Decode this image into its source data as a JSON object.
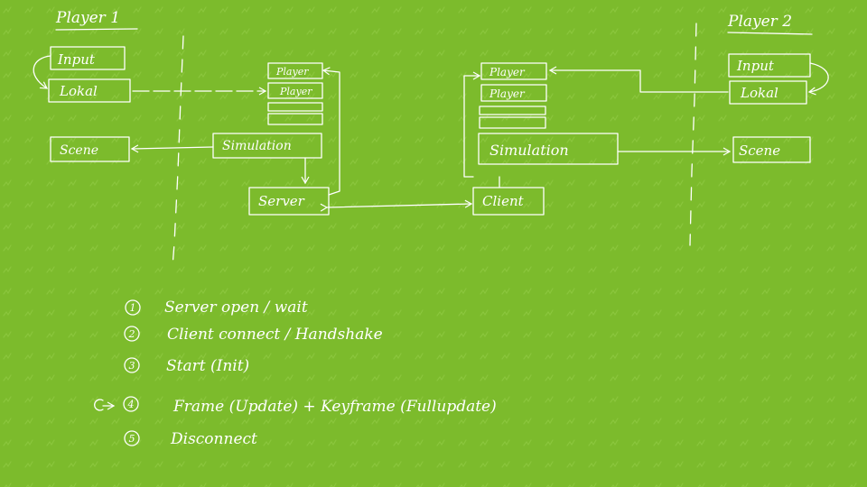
{
  "colors": {
    "background": "#7cbb2c",
    "chalk": "#ffffff",
    "pattern": "#8bc63d"
  },
  "player1": {
    "title": "Player 1",
    "input": "Input",
    "lokal": "Lokal",
    "scene": "Scene",
    "player_a": "Player",
    "player_b": "Player",
    "simulation": "Simulation",
    "server": "Server"
  },
  "player2": {
    "title": "Player 2",
    "input": "Input",
    "lokal": "Lokal",
    "scene": "Scene",
    "player_a": "Player",
    "player_b": "Player",
    "simulation": "Simulation",
    "client": "Client"
  },
  "steps": [
    {
      "number": "1",
      "text": "Server open / wait"
    },
    {
      "number": "2",
      "text": "Client connect / Handshake"
    },
    {
      "number": "3",
      "text": "Start (Init)"
    },
    {
      "number": "4",
      "text": "Frame (Update) + Keyframe (Fullupdate)",
      "loop": true
    },
    {
      "number": "5",
      "text": "Disconnect"
    }
  ]
}
